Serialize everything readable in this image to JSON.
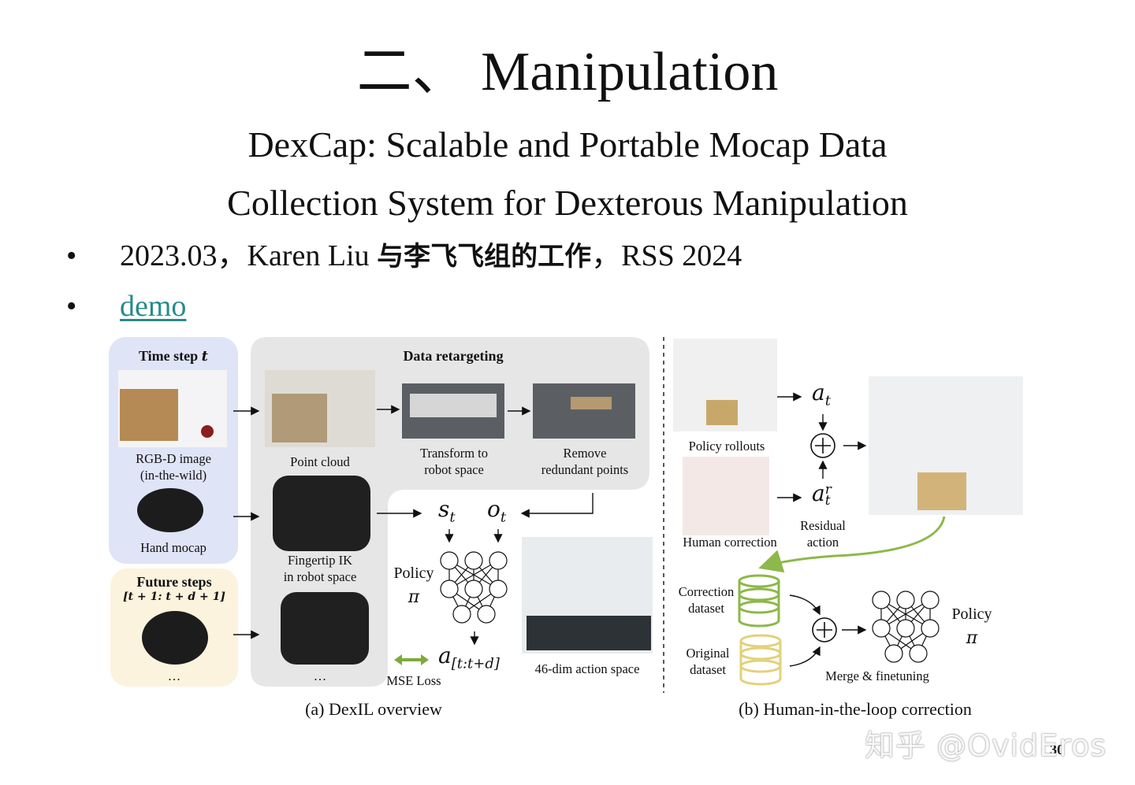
{
  "slide": {
    "title": "二、 Manipulation",
    "subtitle_line1": "DexCap: Scalable and Portable Mocap Data",
    "subtitle_line2": "Collection System for Dexterous Manipulation",
    "bullets": [
      {
        "marker": "•",
        "text_a": "2023.03，Karen Liu ",
        "text_cn": "与李飞飞组的工作",
        "text_b": "，RSS 2024"
      },
      {
        "marker": "•",
        "link_text": "demo"
      }
    ],
    "page_number": "30",
    "watermark": "知乎 @OvidEros"
  },
  "figure": {
    "panel_a": {
      "time_step_label": "Time step ",
      "time_step_var": "t",
      "rgbd_label_1": "RGB-D image",
      "rgbd_label_2": "(in-the-wild)",
      "hand_mocap_label": "Hand mocap",
      "future_steps_label": "Future steps",
      "future_steps_range": "[t + 1: t + d + 1]",
      "ellipsis": "…",
      "data_retargeting_label": "Data retargeting",
      "point_cloud_label": "Point cloud",
      "transform_label_1": "Transform to",
      "transform_label_2": "robot space",
      "remove_label_1": "Remove",
      "remove_label_2": "redundant points",
      "fingertip_label_1": "Fingertip IK",
      "fingertip_label_2": "in robot space",
      "state_var": "s",
      "state_sub": "t",
      "obs_var": "o",
      "obs_sub": "t",
      "policy_label": "Policy",
      "policy_var": "π",
      "action_var": "a",
      "action_sub": "[t:t+d]",
      "mse_label": "MSE Loss",
      "action_space_label": "46-dim action space",
      "caption": "(a) DexIL overview"
    },
    "panel_b": {
      "policy_rollouts_label": "Policy rollouts",
      "human_correction_label": "Human correction",
      "at_var": "a",
      "at_sub": "t",
      "atr_var": "a",
      "atr_sup": "r",
      "atr_sub": "t",
      "residual_label_1": "Residual",
      "residual_label_2": "action",
      "correction_dataset_1": "Correction",
      "correction_dataset_2": "dataset",
      "original_dataset_1": "Original",
      "original_dataset_2": "dataset",
      "merge_label": "Merge & finetuning",
      "policy_label": "Policy",
      "policy_var": "π",
      "caption": "(b) Human-in-the-loop correction"
    },
    "colors": {
      "timestep_panel": "#dfe4f7",
      "future_panel": "#fbf3dd",
      "retarget_panel": "#e6e6e6",
      "correction_db": "#8db84a",
      "original_db": "#e2d27a",
      "link": "#2a8a8a",
      "mse_arrow": "#7cab3c"
    }
  }
}
